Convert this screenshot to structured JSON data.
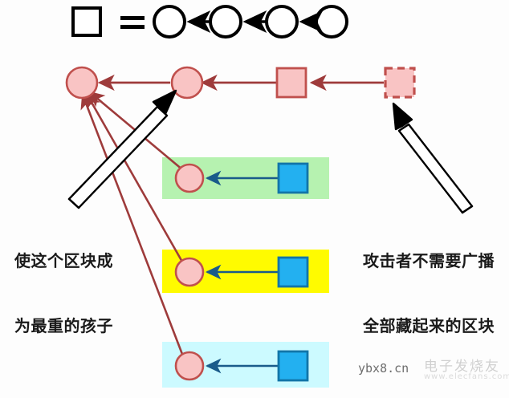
{
  "diagram": {
    "title_equation": {
      "lhs_shape": "square",
      "equals_sign": "=",
      "rhs_shape_count": 4,
      "rhs_shape": "circle"
    },
    "colors": {
      "block_fill": "#f9c4c4",
      "block_stroke": "#c0504d",
      "chain_arrow": "#9e3b3b",
      "blue_fill": "#23b0f0",
      "blue_stroke": "#1275a8",
      "blue_arrow": "#1a5b8a",
      "black_arrow": "#000000",
      "band_green": "#b6f2b0",
      "band_yellow": "#fffb00",
      "band_cyan": "#ccfaff",
      "legend_stroke": "#000000",
      "text": "#1a1a1a"
    },
    "annotations": {
      "left": {
        "line1": "使这个区块成",
        "line2": "为最重的孩子"
      },
      "right": {
        "line1": "攻击者不需要广播",
        "line2": "全部藏起来的区块"
      }
    },
    "main_chain": {
      "nodes": [
        {
          "id": "head-circle",
          "shape": "circle",
          "style": "solid"
        },
        {
          "id": "second-circle",
          "shape": "circle",
          "style": "solid"
        },
        {
          "id": "block-square",
          "shape": "square",
          "style": "solid"
        },
        {
          "id": "hidden-square",
          "shape": "square",
          "style": "dashed"
        }
      ]
    },
    "bands": [
      {
        "id": "band-green",
        "color": "#b6f2b0",
        "circle": "pink-circle",
        "square": "blue-square"
      },
      {
        "id": "band-yellow",
        "color": "#fffb00",
        "circle": "pink-circle",
        "square": "blue-square"
      },
      {
        "id": "band-cyan",
        "color": "#ccfaff",
        "circle": "pink-circle",
        "square": "blue-square"
      }
    ],
    "watermark": {
      "site": "ybx8.cn",
      "logo_cn": "电子发烧友",
      "logo_url": "www.elecfans.com"
    }
  }
}
